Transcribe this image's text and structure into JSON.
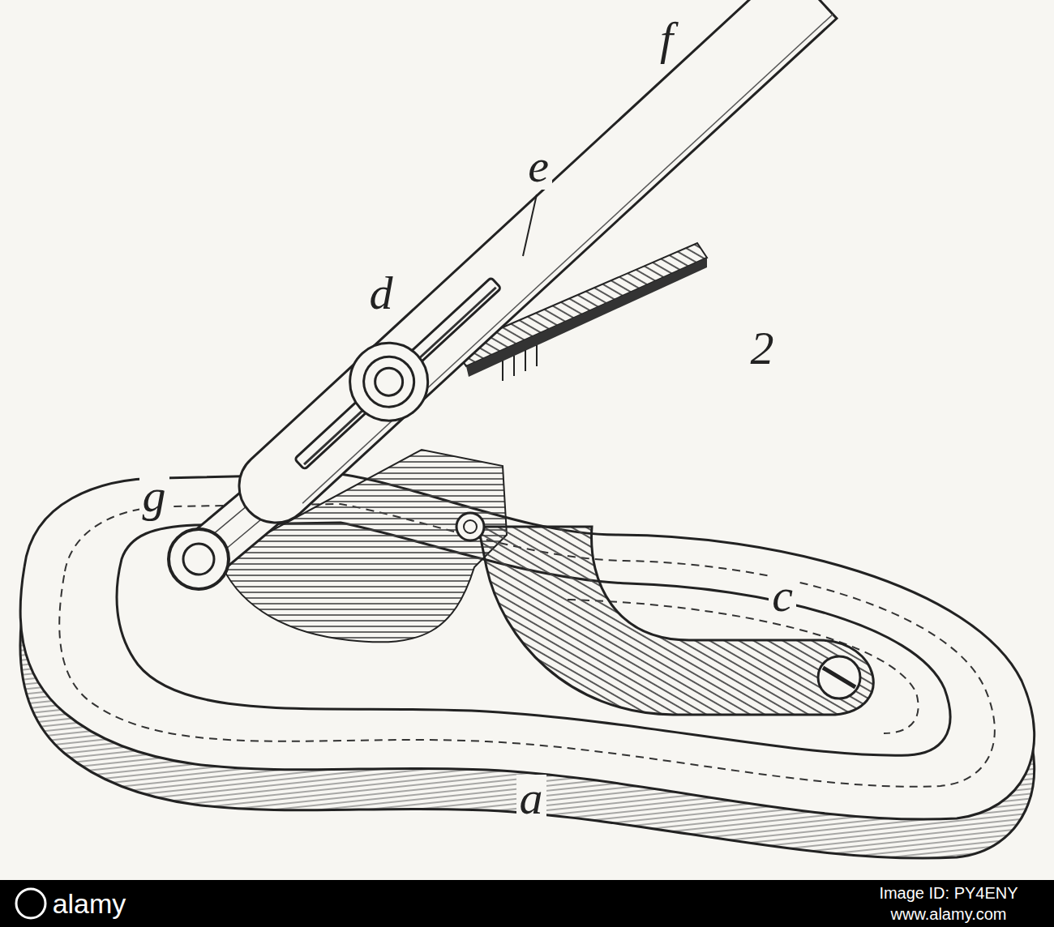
{
  "diagram": {
    "labels": [
      "f",
      "e",
      "d",
      "g",
      "2",
      "c",
      "a",
      "alamy",
      "Image ID: PY4ENY",
      "www.alamy.com"
    ]
  }
}
